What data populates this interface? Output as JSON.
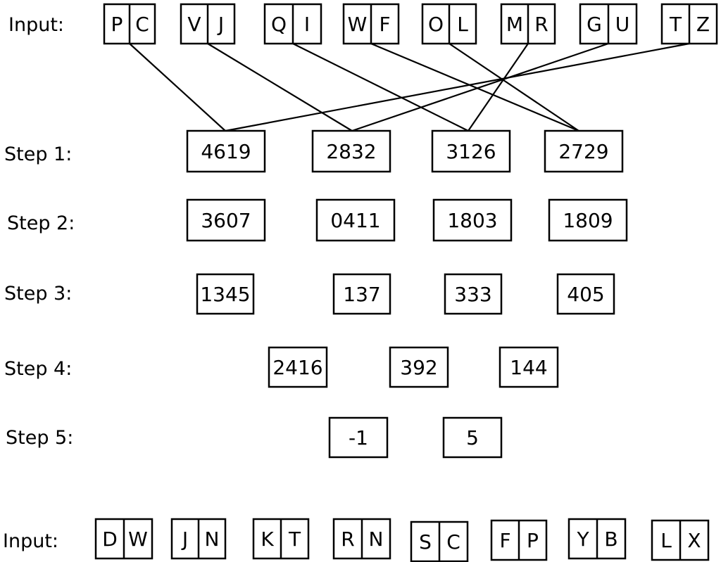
{
  "top_input": {
    "label": "Input:",
    "pairs": [
      [
        "P",
        "C"
      ],
      [
        "V",
        "J"
      ],
      [
        "Q",
        "I"
      ],
      [
        "W",
        "F"
      ],
      [
        "O",
        "L"
      ],
      [
        "M",
        "R"
      ],
      [
        "G",
        "U"
      ],
      [
        "T",
        "Z"
      ]
    ]
  },
  "steps": [
    {
      "label": "Step 1:",
      "values": [
        "4619",
        "2832",
        "3126",
        "2729"
      ]
    },
    {
      "label": "Step 2:",
      "values": [
        "3607",
        "0411",
        "1803",
        "1809"
      ]
    },
    {
      "label": "Step 3:",
      "values": [
        "1345",
        "137",
        "333",
        "405"
      ]
    },
    {
      "label": "Step 4:",
      "values": [
        "2416",
        "392",
        "144"
      ]
    },
    {
      "label": "Step 5:",
      "values": [
        "-1",
        "5"
      ]
    }
  ],
  "bottom_input": {
    "label": "Input:",
    "pairs": [
      [
        "D",
        "W"
      ],
      [
        "J",
        "N"
      ],
      [
        "K",
        "T"
      ],
      [
        "R",
        "N"
      ],
      [
        "S",
        "C"
      ],
      [
        "F",
        "P"
      ],
      [
        "Y",
        "B"
      ],
      [
        "L",
        "X"
      ]
    ]
  }
}
